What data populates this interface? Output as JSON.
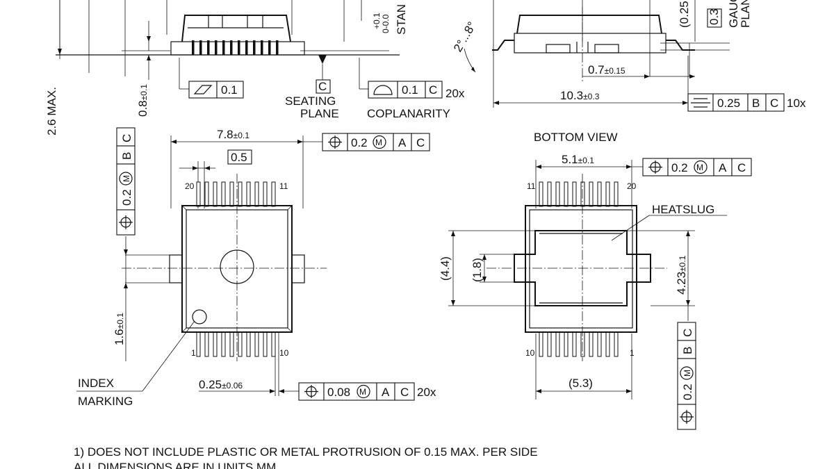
{
  "top_views": {
    "overall_height": "2.6 MAX.",
    "body_height": "0.8",
    "body_height_tol": "±0.1",
    "flatness_value": "0.1",
    "seating_plane_datum": "C",
    "seating_plane_line1": "SEATING",
    "seating_plane_line2": "PLANE",
    "coplanarity_value": "0.1",
    "coplanarity_datum": "C",
    "coplanarity_count": "20x",
    "coplanarity_label": "COPLANARITY",
    "standoff_tol_plus": "+0.1",
    "standoff_value": "0-0.0",
    "standoff_label": "STAN",
    "gauge_partial": "(0.25",
    "gauge_box": "0.3",
    "gauge_label1": "GAUG",
    "gauge_label2": "PLAN",
    "angle_text": "2°...8°",
    "lead_length": "0.7",
    "lead_length_tol": "±0.15",
    "overall_width": "10.3",
    "overall_width_tol": "±0.3",
    "symmetry_value": "0.25",
    "symmetry_datum1": "B",
    "symmetry_datum2": "C",
    "symmetry_count": "10x"
  },
  "top_view": {
    "body_width": "7.8",
    "body_width_tol": "±0.1",
    "pitch": "0.5",
    "position_value": "0.2",
    "position_mod": "M",
    "datum_a": "A",
    "datum_c": "C",
    "vertical_fc_value": "0.2",
    "vertical_fc_mod": "M",
    "vertical_fc_datum1": "B",
    "vertical_fc_datum2": "C",
    "pin_20": "20",
    "pin_11": "11",
    "pin_1": "1",
    "pin_10": "10",
    "index_offset": "1.6",
    "index_offset_tol": "±0.1",
    "index_label1": "INDEX",
    "index_label2": "MARKING",
    "lead_width": "0.25",
    "lead_width_tol": "±0.06",
    "lead_fc_value": "0.08",
    "lead_fc_mod": "M",
    "lead_fc_datum1": "A",
    "lead_fc_datum2": "C",
    "lead_fc_count": "20x"
  },
  "bottom_view": {
    "title": "BOTTOM VIEW",
    "slug_width": "5.1",
    "slug_width_tol": "±0.1",
    "position_value": "0.2",
    "position_mod": "M",
    "datum_a": "A",
    "datum_c": "C",
    "heatslug_label": "HEATSLUG",
    "dim_44": "(4.4)",
    "dim_18": "(1.8)",
    "slug_height": "4.23",
    "slug_height_tol": "±0.1",
    "vertical_fc_value": "0.2",
    "vertical_fc_mod": "M",
    "vertical_fc_datum1": "B",
    "vertical_fc_datum2": "C",
    "pin_11": "11",
    "pin_20": "20",
    "pin_10": "10",
    "pin_1": "1",
    "dim_53": "(5.3)"
  },
  "notes": {
    "line1": "1) DOES NOT INCLUDE PLASTIC OR METAL PROTRUSION OF 0.15 MAX. PER SIDE",
    "line2": "ALL DIMENSIONS ARE IN UNITS MM"
  }
}
